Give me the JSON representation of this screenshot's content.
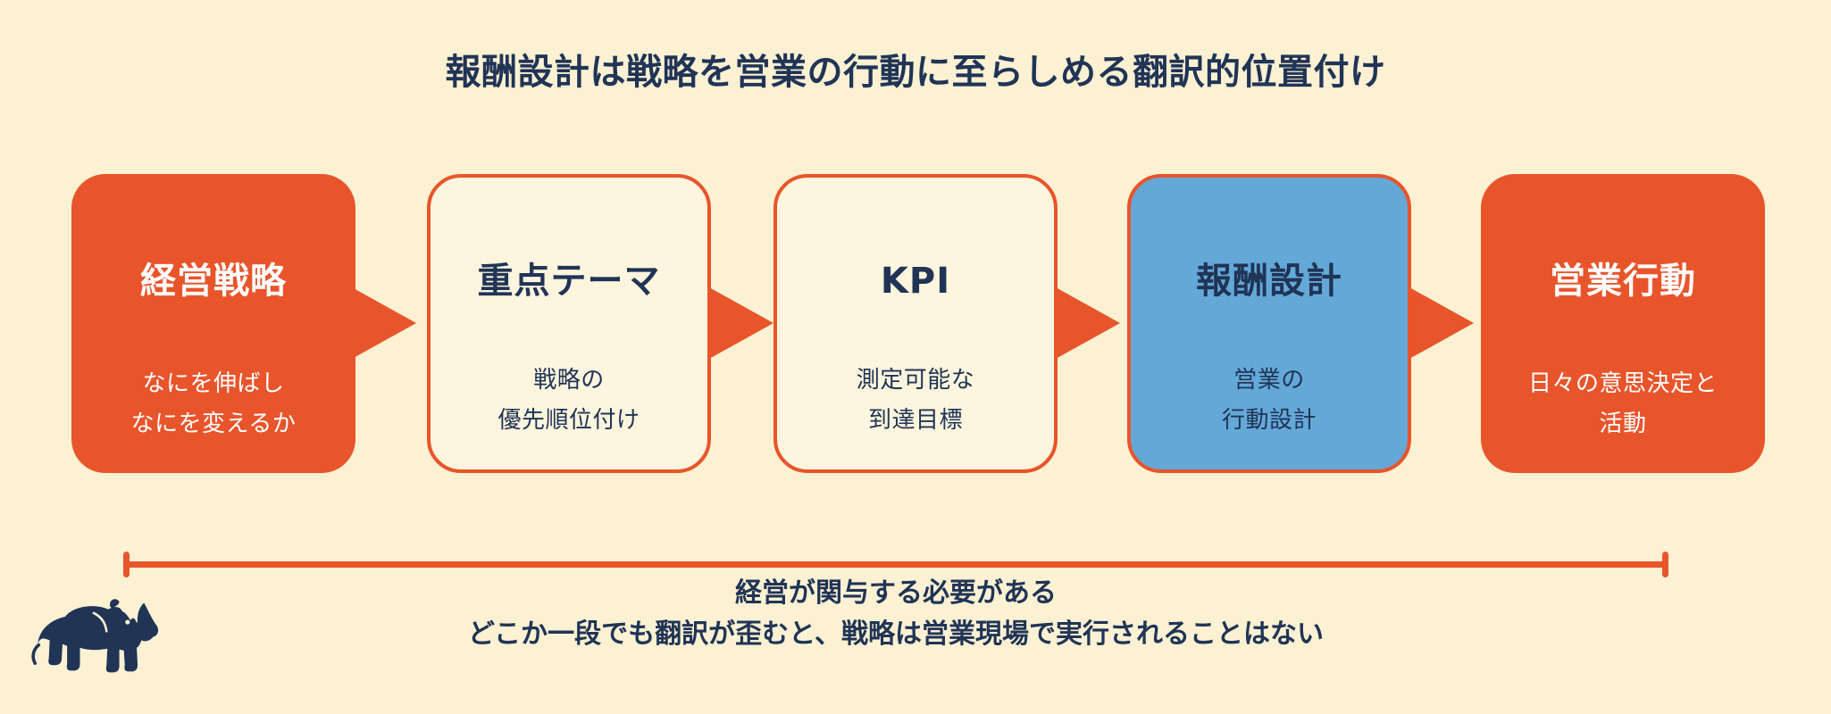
{
  "title": "報酬設計は戦略を営業の行動に至らしめる翻訳的位置付け",
  "colors": {
    "background": "#FCF1D2",
    "accent_orange": "#E8552B",
    "accent_blue": "#64A8D8",
    "box_cream": "#FDF5DD",
    "text_navy": "#203456",
    "text_on_orange": "#FFFFFF"
  },
  "flow": {
    "steps": [
      {
        "label": "経営戦略",
        "desc": "なにを伸ばし\nなにを変えるか",
        "variant": "orange"
      },
      {
        "label": "重点テーマ",
        "desc": "戦略の\n優先順位付け",
        "variant": "cream"
      },
      {
        "label": "KPI",
        "desc": "測定可能な\n到達目標",
        "variant": "cream"
      },
      {
        "label": "報酬設計",
        "desc": "営業の\n行動設計",
        "variant": "blue"
      },
      {
        "label": "営業行動",
        "desc": "日々の意思決定と\n活動",
        "variant": "orange"
      }
    ],
    "arrow_icon": "arrow-right-triangle"
  },
  "footnote": {
    "line1": "経営が関与する必要がある",
    "line2": "どこか一段でも翻訳が歪むと、戦略は営業現場で実行されることはない"
  },
  "branding": {
    "logo_icon": "rhino"
  }
}
